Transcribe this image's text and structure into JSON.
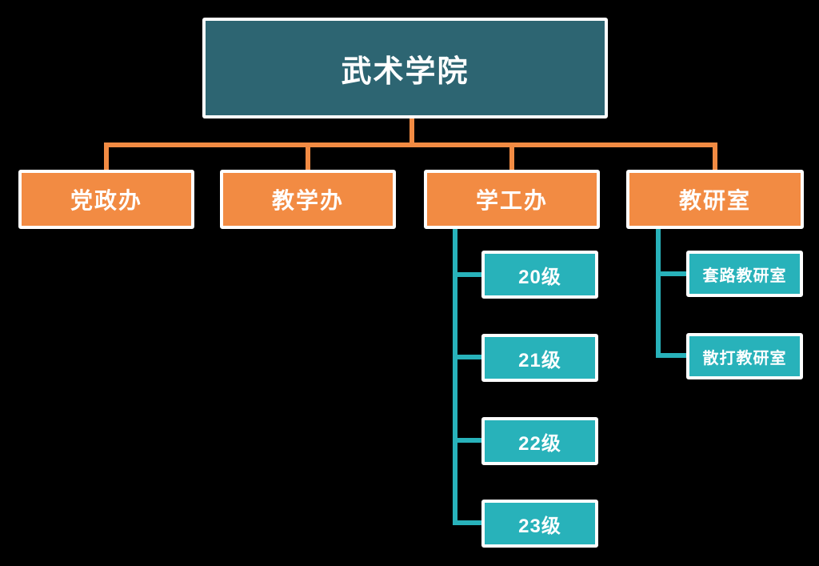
{
  "colors": {
    "background": "#000000",
    "root_box": "#2d6572",
    "department_box": "#f28b43",
    "sub_box": "#28b2ba",
    "border": "#ffffff",
    "text": "#ffffff",
    "orange_connector": "#f28b43",
    "teal_connector": "#28b2ba"
  },
  "org": {
    "root": {
      "label": "武术学院"
    },
    "departments": [
      {
        "label": "党政办"
      },
      {
        "label": "教学办"
      },
      {
        "label": "学工办",
        "children": [
          {
            "label": "20级"
          },
          {
            "label": "21级"
          },
          {
            "label": "22级"
          },
          {
            "label": "23级"
          }
        ]
      },
      {
        "label": "教研室",
        "children": [
          {
            "label": "套路教研室"
          },
          {
            "label": "散打教研室"
          }
        ]
      }
    ]
  }
}
